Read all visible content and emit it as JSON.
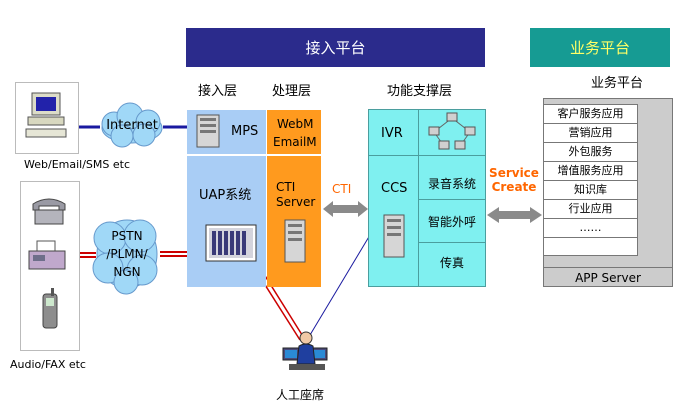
{
  "headers": {
    "access_platform": "接入平台",
    "business_platform": "业务平台"
  },
  "layers": {
    "access": "接入层",
    "processing": "处理层",
    "support": "功能支撑层",
    "business": "业务平台"
  },
  "clients": {
    "web_label": "Web/Email/SMS etc",
    "audio_label": "Audio/FAX etc",
    "internet": "Internet",
    "pstn_lines": [
      "PSTN",
      "/PLMN/",
      "NGN"
    ]
  },
  "access": {
    "mps": "MPS",
    "uap": "UAP系统"
  },
  "processing": {
    "webm": "WebM",
    "emailm": "EmailM",
    "cti_server": [
      "CTI",
      "Server"
    ]
  },
  "links": {
    "cti": "CTI",
    "service_create": [
      "Service",
      "Create"
    ]
  },
  "support": {
    "ivr": "IVR",
    "ccs": "CCS",
    "recording": "录音系统",
    "outbound": "智能外呼",
    "fax": "传真"
  },
  "business": {
    "items": [
      "客户服务应用",
      "营销应用",
      "外包服务",
      "增值服务应用",
      "知识库",
      "行业应用",
      "……",
      ""
    ],
    "app_server": "APP Server"
  },
  "agent": {
    "label": "人工座席"
  },
  "colors": {
    "banner_access": "#2b2b8c",
    "banner_business": "#169b93",
    "access_panel": "#a9cdf5",
    "processing_panel": "#ff9a1e",
    "support_panel": "#7ff0f0",
    "business_panel": "#cccccc",
    "cti_text": "#ff6600",
    "service_text": "#ff6600",
    "phone_line": "#cc0000",
    "net_line": "#1a1aa0"
  }
}
